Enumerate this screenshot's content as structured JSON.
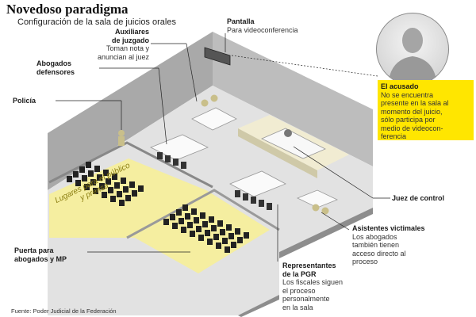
{
  "header": {
    "title": "Novedoso paradigma",
    "subtitle": "Configuración de la sala de juicios orales"
  },
  "labels": {
    "auxiliares": {
      "title_line1": "Auxiliares",
      "title_line2": "de juzgado",
      "desc_line1": "Toman nota y",
      "desc_line2": "anuncian al juez"
    },
    "pantalla": {
      "title": "Pantalla",
      "desc": "Para videoconferencia"
    },
    "abogados": {
      "title_line1": "Abogados",
      "title_line2": "defensores"
    },
    "policia": {
      "title": "Policía"
    },
    "acusado": {
      "title": "El acusado",
      "desc_lines": [
        "No se encuentra",
        "presente en la sala al",
        "momento del juicio,",
        "sólo participa por",
        "medio de videocon-",
        "ferencia"
      ]
    },
    "juez": {
      "title": "Juez de control"
    },
    "asistentes": {
      "title": "Asistentes victimales",
      "desc_lines": [
        "Los abogados",
        "también tienen",
        "acceso directo al",
        "proceso"
      ]
    },
    "puerta": {
      "title_line1": "Puerta para",
      "title_line2": "abogados y MP"
    },
    "representantes": {
      "title_line1": "Representantes",
      "title_line2": "de la PGR",
      "desc_lines": [
        "Los fiscales siguen",
        "el proceso",
        "personalmente",
        "en la sala"
      ]
    },
    "publico_area_line1": "Lugares para el público",
    "publico_area_line2": "y prensa"
  },
  "footer": {
    "source": "Fuente: Poder Judicial de la Federación"
  },
  "colors": {
    "highlight": "#ffe600",
    "floor": "#dcdcdc",
    "wall": "#9a9a9a",
    "public_area": "#f5eea0"
  }
}
